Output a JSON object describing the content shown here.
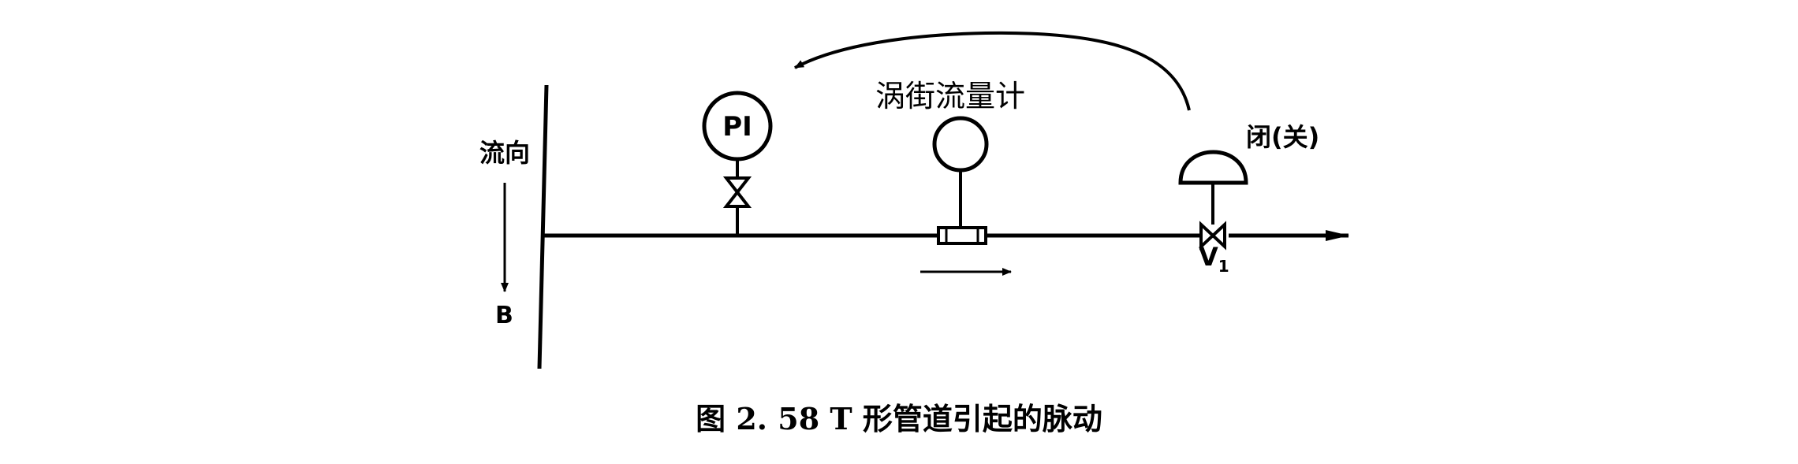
{
  "diagram": {
    "flow_direction_label": "流向",
    "branch_label": "B",
    "pressure_indicator_label": "PI",
    "flowmeter_label": "涡街流量计",
    "valve_state_label": "闭(关)",
    "valve_name": "V",
    "valve_subscript": "1",
    "caption": "图 2. 58 T 形管道引起的脉动",
    "colors": {
      "line": "#000000",
      "background": "#ffffff"
    }
  }
}
